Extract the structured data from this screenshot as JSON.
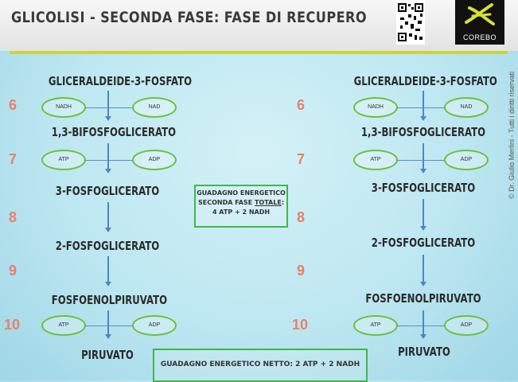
{
  "title": "GLICOLISI - SECONDA FASE: FASE DI RECUPERO",
  "logo_text": "COREBO",
  "copyright": "© Dr. Giulio Merlini - Tutti i diritti riservati",
  "steps": [
    "6",
    "7",
    "8",
    "9",
    "10"
  ],
  "metabolites": [
    "GLICERALDEIDE-3-FOSFATO",
    "1,3-BIFOSFOGLICERATO",
    "3-FOSFOGLICERATO",
    "2-FOSFOGLICERATO",
    "FOSFOENOLPIRUVATO",
    "PIRUVATO"
  ],
  "cofactors": {
    "step6": {
      "left": "NADH",
      "right": "NAD"
    },
    "step7": {
      "left": "ATP",
      "right": "ADP"
    },
    "step10": {
      "left": "ATP",
      "right": "ADP"
    }
  },
  "energy_box": {
    "line1": "GUADAGNO ENERGETICO",
    "line2": "SECONDA FASE",
    "line2_emph": "TOTALE",
    "line3": "4 ATP + 2 NADH"
  },
  "net_box": "GUADAGNO ENERGETICO NETTO: 2 ATP + 2 NADH",
  "colors": {
    "background": "#bde7f1",
    "accent_line": "#c8d63c",
    "oval_border": "#6fbf3a",
    "box_border": "#3eb848",
    "step_number": "#e8806a",
    "arrow": "#4f86c6"
  }
}
